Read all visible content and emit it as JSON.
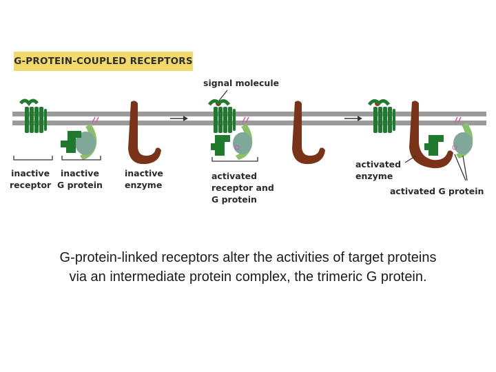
{
  "heading": "G-PROTEIN-COUPLED RECEPTORS",
  "labels": {
    "inactive_receptor": [
      "inactive",
      "receptor"
    ],
    "inactive_g_protein": [
      "inactive",
      "G protein"
    ],
    "inactive_enzyme": [
      "inactive",
      "enzyme"
    ],
    "signal_molecule": "signal molecule",
    "activated_receptor_g_protein": [
      "activated",
      "receptor and",
      "G protein"
    ],
    "activated_enzyme": [
      "activated",
      "enzyme"
    ],
    "activated_g_protein": "activated G protein"
  },
  "caption": {
    "line1": "G-protein-linked receptors alter the activities of target proteins",
    "line2": "via an intermediate protein complex, the trimeric G protein."
  },
  "colors": {
    "heading_bg": "#f2d96b",
    "membrane": "#9a9a9a",
    "receptor": "#1f7a2e",
    "g_protein_light": "#8cbf6a",
    "g_protein_grey": "#7fa89a",
    "enzyme": "#7a3318",
    "signal": "#d11a1a",
    "gtp_mark": "#d25aa0"
  }
}
